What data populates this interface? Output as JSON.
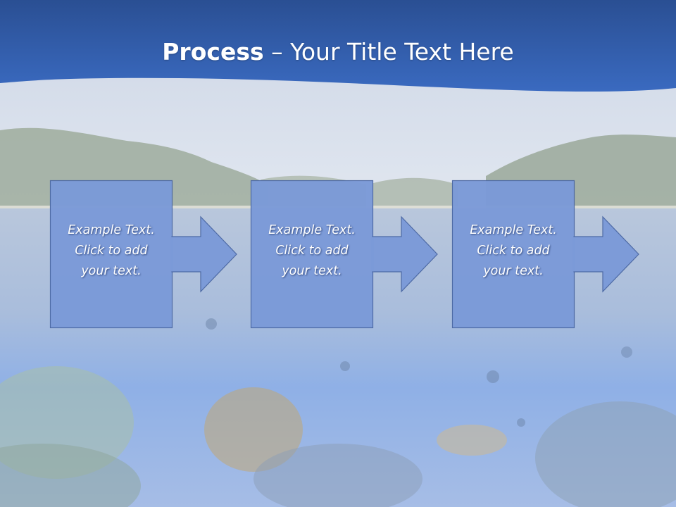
{
  "title": {
    "bold": "Process",
    "rest": " – Your Title Text Here"
  },
  "steps": [
    {
      "text": "Example Text.\nClick  to add\nyour text."
    },
    {
      "text": "Example Text.\nClick  to add\nyour text."
    },
    {
      "text": "Example Text.\nClick  to add\nyour text."
    }
  ],
  "colors": {
    "banner": "#2d5aa6",
    "shape_fill": "#7b9ad8",
    "shape_stroke": "#4a67a3",
    "text": "#ffffff"
  }
}
